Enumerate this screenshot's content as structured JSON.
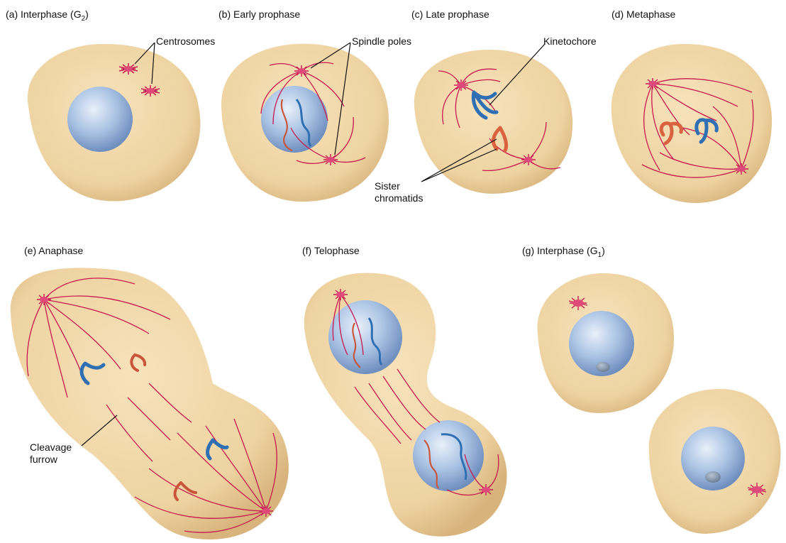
{
  "panels": [
    {
      "label": "(a)  Interphase (G",
      "sub": "2",
      "suffix": ")"
    },
    {
      "label": "(b)  Early prophase",
      "sub": "",
      "suffix": ""
    },
    {
      "label": "(c)  Late prophase",
      "sub": "",
      "suffix": ""
    },
    {
      "label": "(d)  Metaphase",
      "sub": "",
      "suffix": ""
    },
    {
      "label": "(e)  Anaphase",
      "sub": "",
      "suffix": ""
    },
    {
      "label": "(f)  Telophase",
      "sub": "",
      "suffix": ""
    },
    {
      "label": "(g)  Interphase (G",
      "sub": "1",
      "suffix": ")"
    }
  ],
  "callouts": {
    "centrosomes": "Centrosomes",
    "spindle_poles": "Spindle poles",
    "kinetochore": "Kinetochore",
    "sister_chromatids_1": "Sister",
    "sister_chromatids_2": "chromatids",
    "cleavage_furrow_1": "Cleavage",
    "cleavage_furrow_2": "furrow"
  },
  "colors": {
    "cytoplasm": "#f0d5a4",
    "cytoplasm_edge": "#d9b57a",
    "nucleus": "#aec6e4",
    "spindle": "#c8174f",
    "chromosome_blue": "#2f6fb3",
    "chromosome_red": "#c9563b"
  }
}
